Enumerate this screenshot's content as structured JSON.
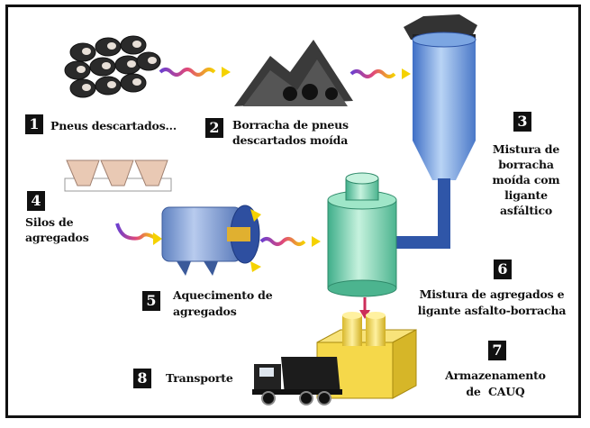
{
  "steps": [
    {
      "number": "1",
      "label": "Pneus descartados..."
    },
    {
      "number": "2",
      "label_line1": "Borracha de pneus",
      "label_line2": "descartados moída"
    },
    {
      "number": "3",
      "label_lines": [
        "Mistura de",
        "borracha",
        "moída com",
        "ligante",
        "asfáltico"
      ]
    },
    {
      "number": "4",
      "label_line1": "Silos de",
      "label_line2": "agregados"
    },
    {
      "number": "5",
      "label_line1": "Aquecimento de",
      "label_line2": "agregados"
    },
    {
      "number": "6",
      "label_line1": "Mistura de agregados e",
      "label_line2": "ligante asfalto-borracha"
    },
    {
      "number": "7",
      "label_line1": "Armazenamento",
      "label_line2": "de  CAUQ"
    },
    {
      "number": "8",
      "label": "Transporte"
    }
  ],
  "colors": {
    "cyclone_blue": "#6f9fe0",
    "mixer_green": "#7fd8b8",
    "silo_beige": "#e9c9b4",
    "heater_blue": "#8aa7d8",
    "storage_yellow": "#f5d84a",
    "pipe_blue": "#2f56a8",
    "arrow_gradient": [
      "#f5d200",
      "#e0487a",
      "#6b3fd0"
    ]
  }
}
